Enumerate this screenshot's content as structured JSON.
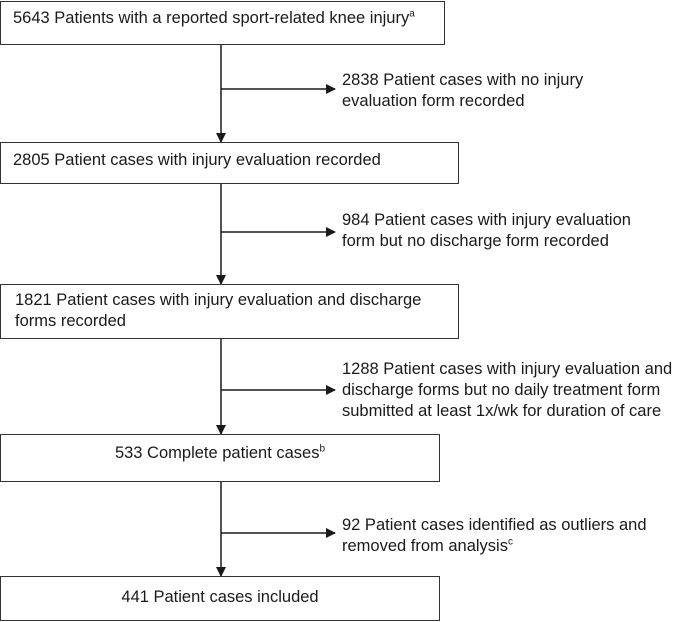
{
  "boxes": [
    {
      "text": "5643 Patients with a reported sport-related knee injury",
      "sup": "a"
    },
    {
      "text": "2805 Patient cases with injury evaluation recorded",
      "sup": ""
    },
    {
      "text": "1821 Patient cases with injury evaluation and discharge forms recorded",
      "sup": ""
    },
    {
      "text": "533 Complete patient cases",
      "sup": "b"
    },
    {
      "text": "441 Patient cases included",
      "sup": ""
    }
  ],
  "exclusions": [
    {
      "text": "2838 Patient cases with no injury evaluation form recorded",
      "sup": ""
    },
    {
      "text": "984 Patient cases with injury evaluation form but no discharge form recorded",
      "sup": ""
    },
    {
      "text": "1288 Patient cases with injury evaluation and discharge forms but no daily treatment form submitted at least 1x/wk for duration of care",
      "sup": ""
    },
    {
      "text": "92 Patient cases identified as outliers and removed from analysis",
      "sup": "c"
    }
  ]
}
